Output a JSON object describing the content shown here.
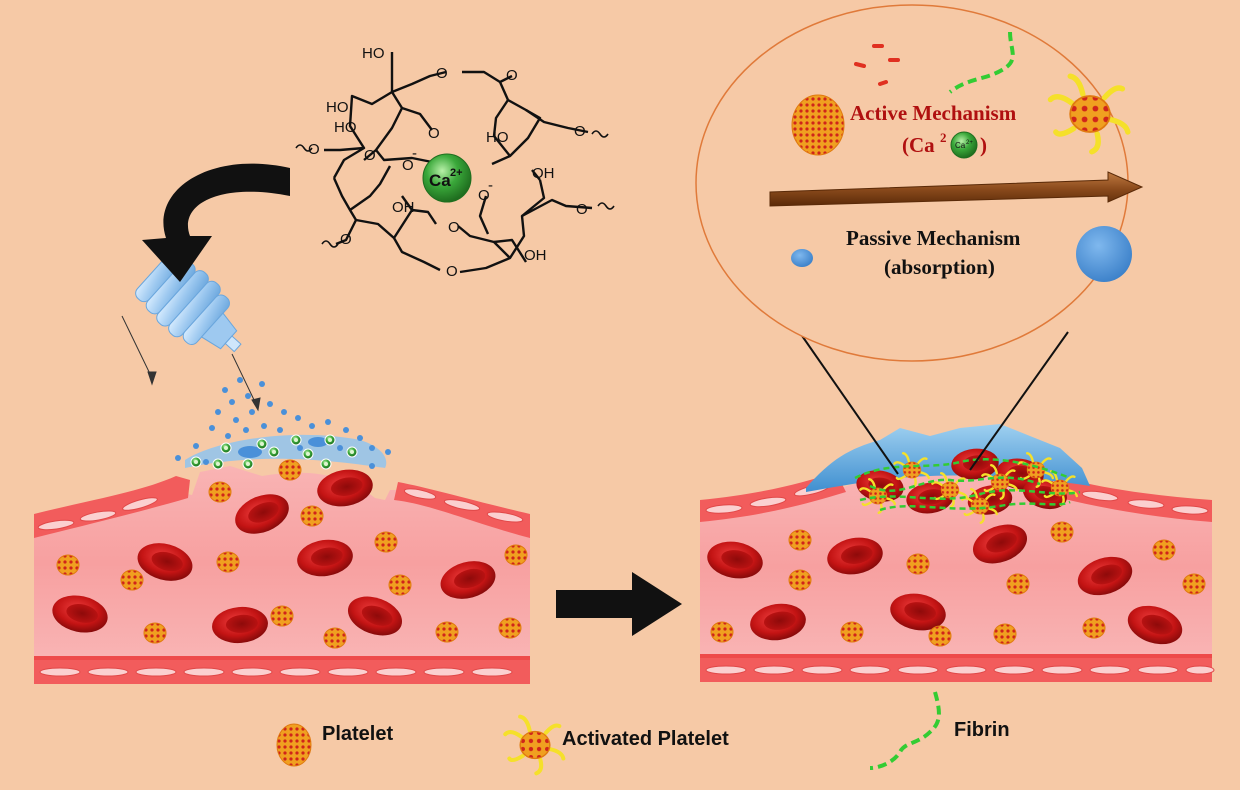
{
  "structure": {
    "oh_labels": [
      "HO",
      "HO",
      "HO",
      "OH",
      "OH",
      "OH"
    ],
    "ring_o_labels": [
      "O",
      "O",
      "O",
      "O",
      "O",
      "O",
      "O"
    ],
    "carboxylate_o_labels": [
      "O",
      "O",
      "O",
      "O"
    ],
    "o_minus_superscript": "-",
    "ion_label": "Ca",
    "ion_charge": "2+",
    "colors": {
      "ion_fill": "#3aa83a",
      "ion_dark": "#1f6e1f"
    }
  },
  "mechanism": {
    "active_title": "Active Mechanism",
    "active_sub_prefix": "(Ca",
    "active_sub_sup": "2",
    "active_sub_ion": "Ca",
    "active_sub_ion_charge": "2+",
    "active_sub_suffix": ")",
    "passive_title": "Passive Mechanism",
    "passive_sub": "(absorption)",
    "colors": {
      "active_text": "#b01010",
      "passive_text": "#111111",
      "arrow": "#8a4a1c",
      "bubble": "#4a90d9"
    }
  },
  "legend": {
    "platelet": "Platelet",
    "activated_platelet": "Activated Platelet",
    "fibrin": "Fibrin"
  },
  "colors": {
    "background": "#f6c9a6",
    "vessel_lumen": "#f7a7a7",
    "vessel_wall": "#f25c5c",
    "rbc": "#c41414",
    "platelet": "#f0a020",
    "fibrin": "#33cc33"
  }
}
